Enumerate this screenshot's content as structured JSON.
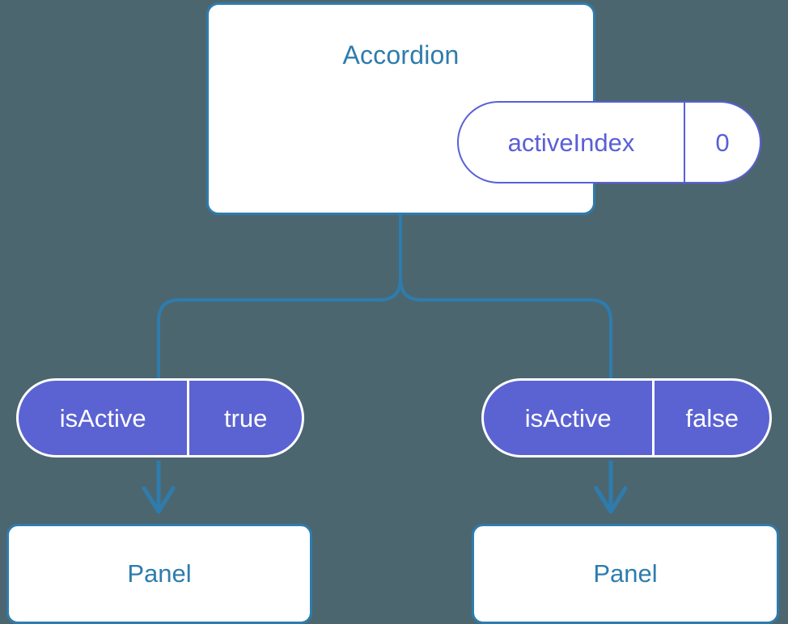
{
  "diagram": {
    "type": "component-tree",
    "background_color": "#4c6670",
    "accent_blue": "#2e7cad",
    "accent_indigo": "#5b63d3",
    "prop_border_color": "#5a5fd6"
  },
  "root": {
    "title": "Accordion",
    "prop": {
      "key": "activeIndex",
      "value": "0"
    }
  },
  "branches": [
    {
      "state": {
        "key": "isActive",
        "value": "true"
      },
      "child": {
        "title": "Panel"
      }
    },
    {
      "state": {
        "key": "isActive",
        "value": "false"
      },
      "child": {
        "title": "Panel"
      }
    }
  ]
}
